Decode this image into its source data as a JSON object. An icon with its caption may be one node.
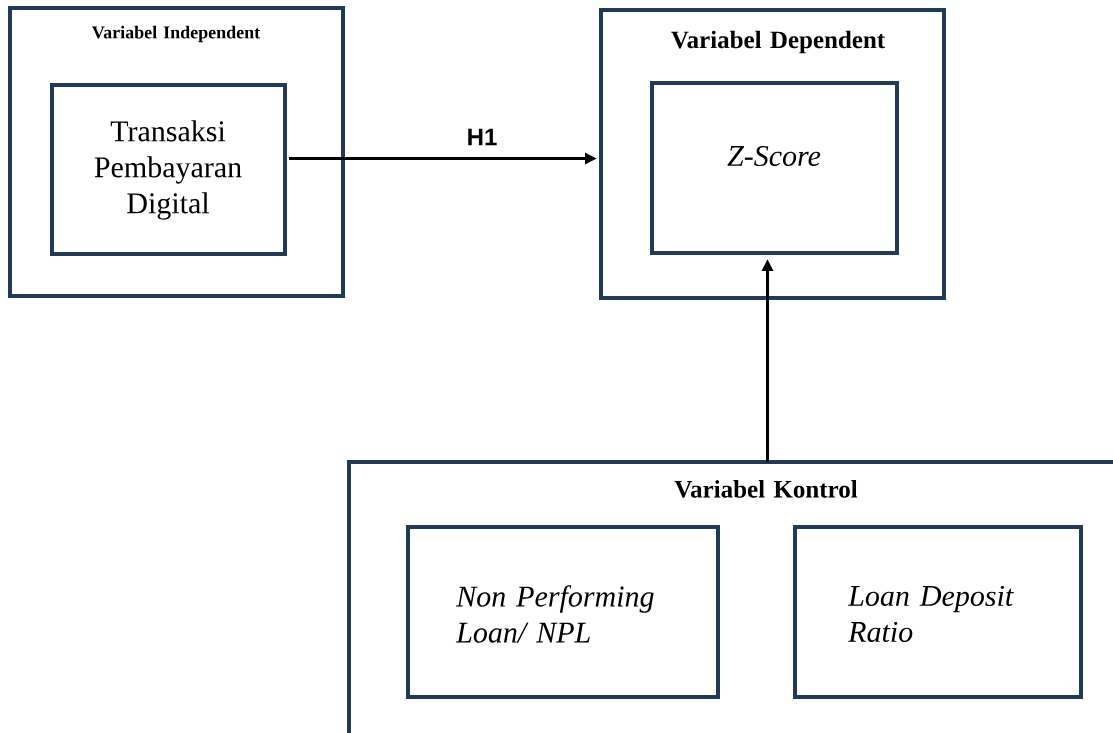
{
  "diagram": {
    "nodes": [
      {
        "text": [
          "Variabel Independent"
        ]
      },
      {
        "text": [
          "Transaksi Pembayaran Digital"
        ],
        "in": 0
      },
      {
        "text": [
          "Variabel Dependent"
        ]
      },
      {
        "text": [
          "Z-Score"
        ],
        "in": 2
      },
      {
        "text": [
          "Variabel Kontrol"
        ]
      },
      {
        "text": [
          "Non Performing Loan/ NPL"
        ],
        "in": 4
      },
      {
        "text": [
          "Loan Deposit Ratio"
        ],
        "in": 4
      }
    ],
    "edges": [
      {
        "from": 1,
        "to": 2,
        "arrow": "to",
        "label": "H1"
      },
      {
        "from": 4,
        "to": 3,
        "arrow": "to"
      }
    ]
  }
}
